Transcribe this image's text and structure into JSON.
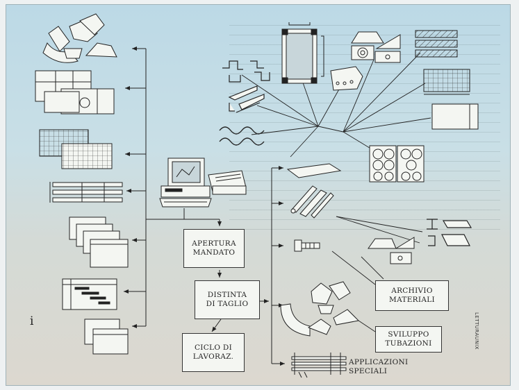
{
  "figure": {
    "corner_mark": "i",
    "credit": "LETTURAUNIX",
    "process_boxes": {
      "apertura": [
        "APERTURA",
        "MANDATO"
      ],
      "distinta": [
        "DISTINTA",
        "DI TAGLIO"
      ],
      "ciclo": [
        "CICLO DI",
        "LAVORAZ."
      ]
    },
    "output_boxes": {
      "archivio": [
        "ARCHIVIO",
        "MATERIALI"
      ],
      "sviluppo": [
        "SVILUPPO",
        "TUBAZIONI"
      ]
    },
    "applicazioni": [
      "APPLICAZIONI",
      "SPECIALI"
    ]
  }
}
